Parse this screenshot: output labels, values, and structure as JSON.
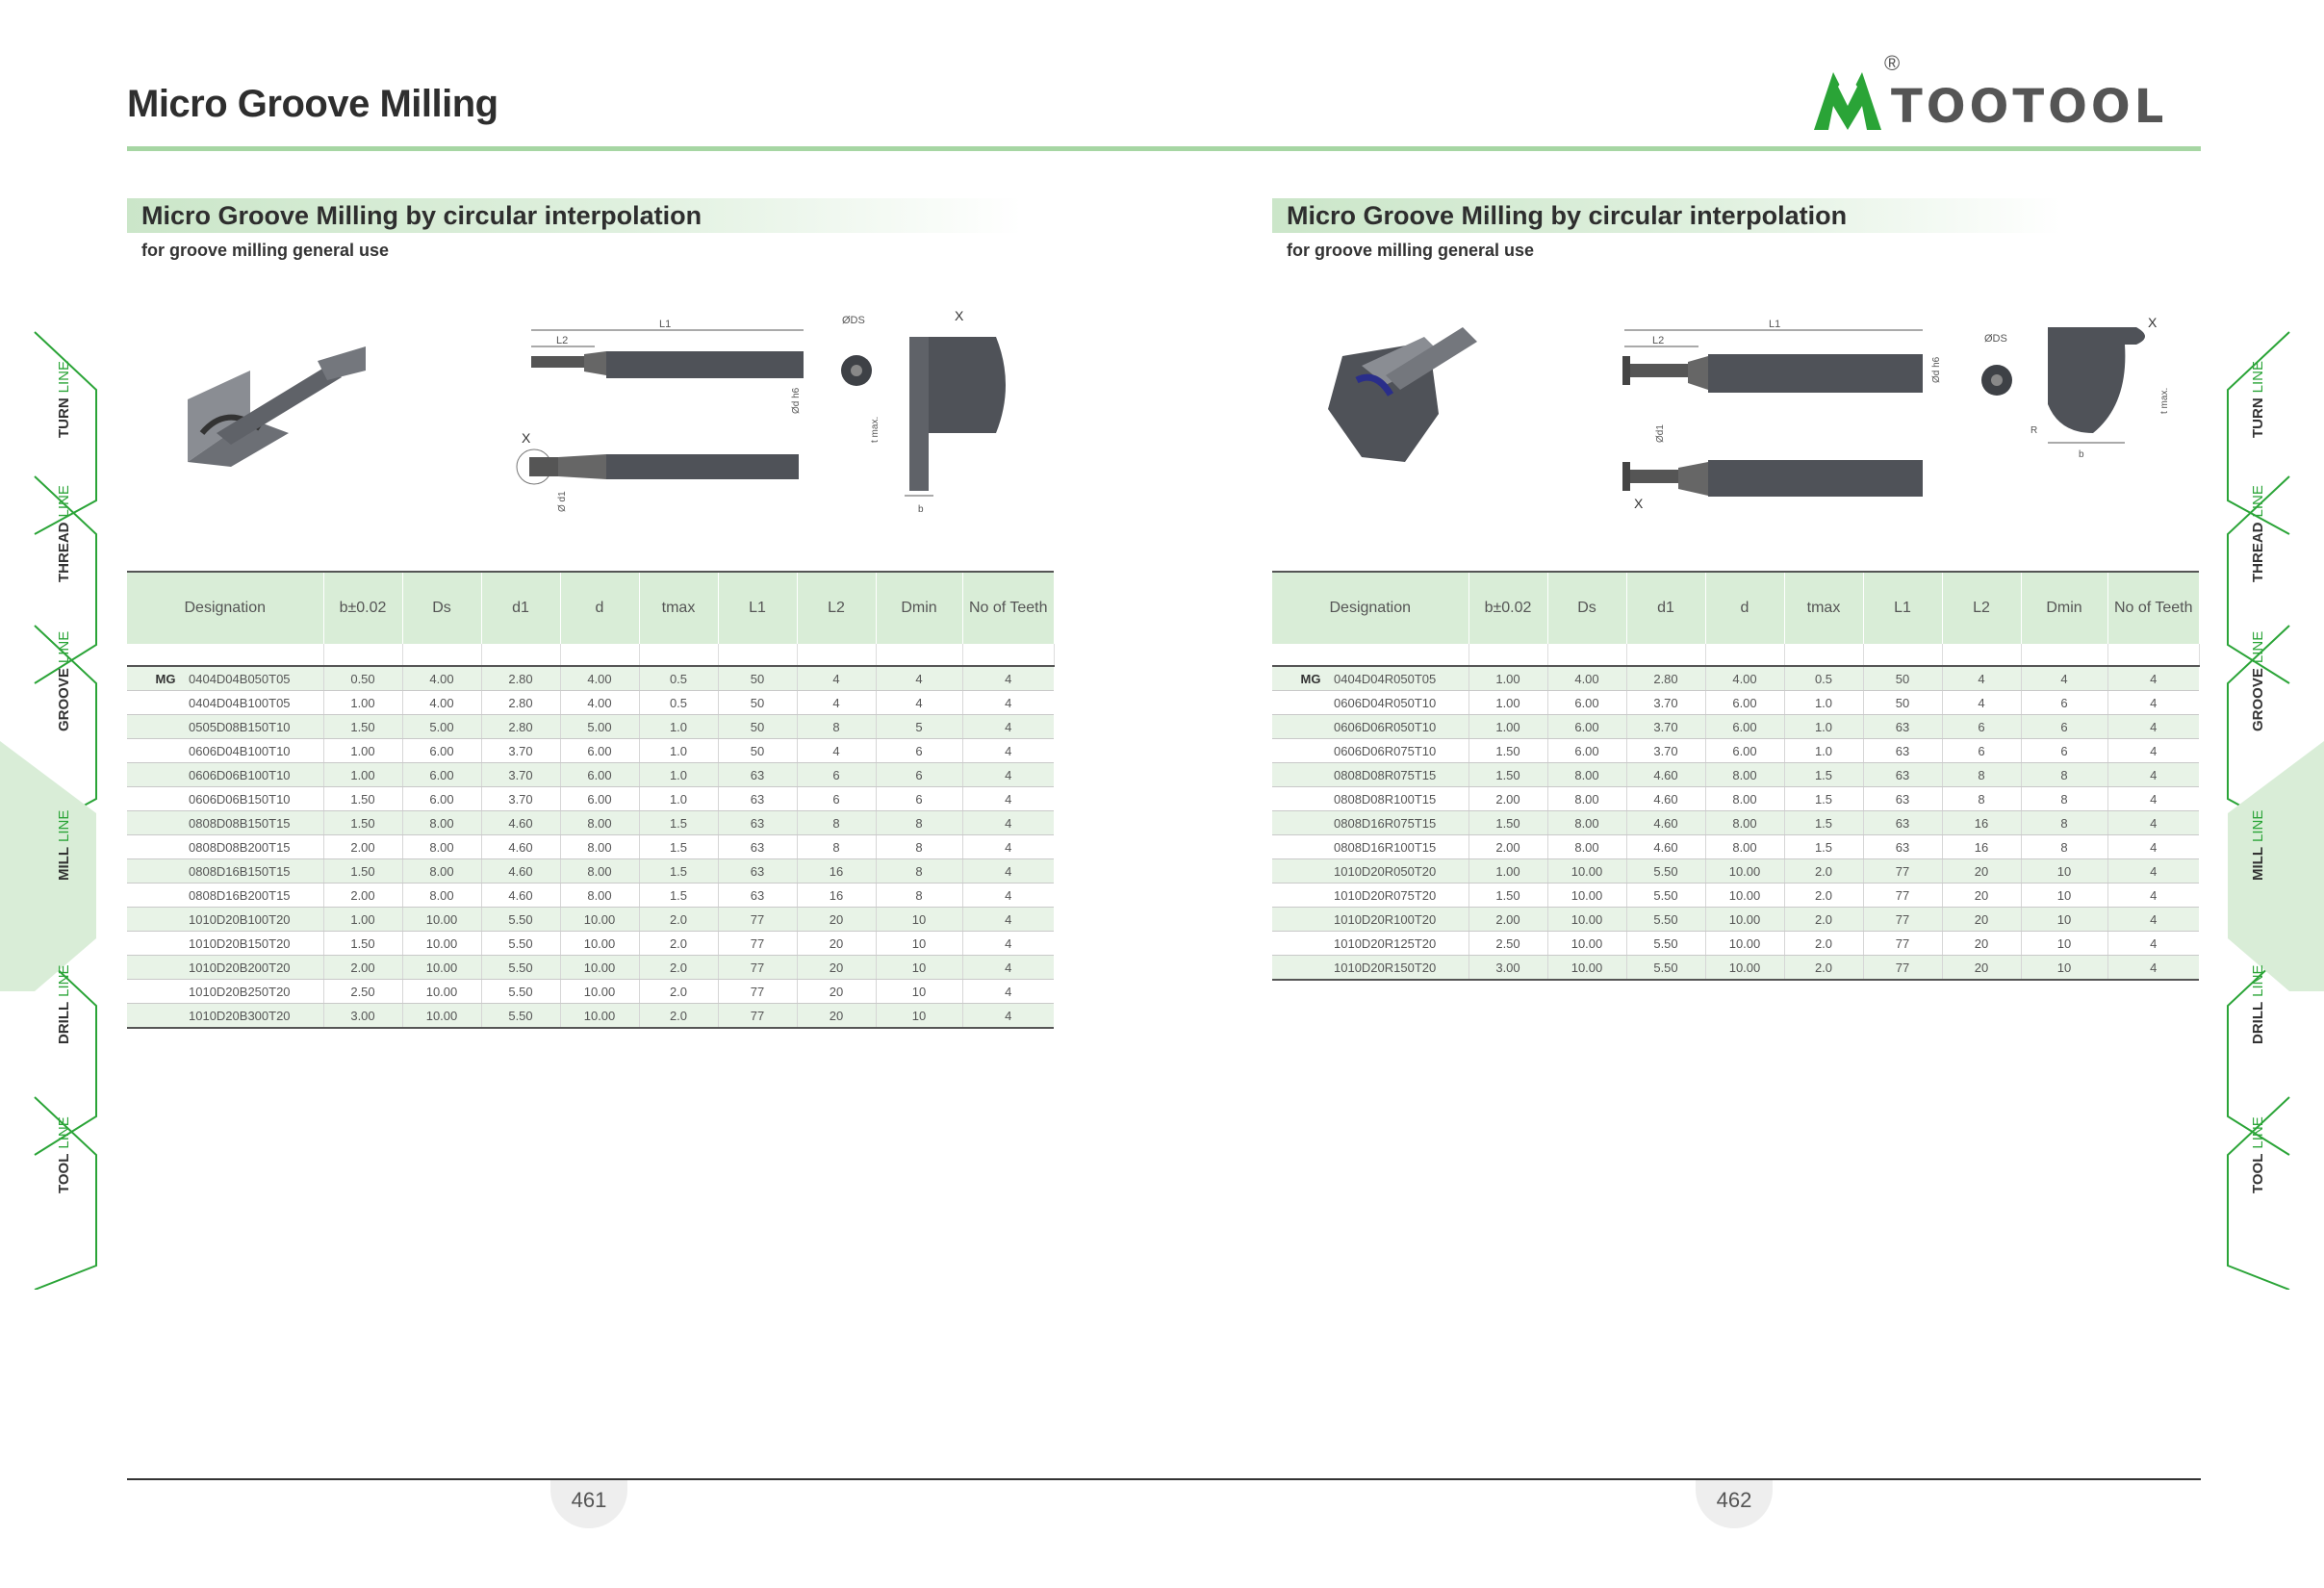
{
  "header": {
    "title": "Micro Groove Milling",
    "brand": "TOOTOOL",
    "registered_mark": "®",
    "brand_color": "#2aa437"
  },
  "side_tabs": [
    {
      "bold": "TURN",
      "light": "LINE",
      "active": false
    },
    {
      "bold": "THREAD",
      "light": "LINE",
      "active": false
    },
    {
      "bold": "GROOVE",
      "light": "LINE",
      "active": false
    },
    {
      "bold": "MILL",
      "light": "LINE",
      "active": true
    },
    {
      "bold": "DRILL",
      "light": "LINE",
      "active": false
    },
    {
      "bold": "TOOL",
      "light": "LINE",
      "active": false
    }
  ],
  "pages": [
    {
      "section_title": "Micro Groove Milling by circular interpolation",
      "section_sub": "for groove milling general use",
      "drawing": {
        "labels": {
          "l1": "L1",
          "l2": "L2",
          "ds": "ØDS",
          "x_top": "X",
          "x_bottom": "X",
          "dh6": "Ød h6",
          "d1": "Ø d1",
          "tmax": "t max.",
          "b": "b"
        }
      },
      "table": {
        "headers": [
          "Designation",
          "b±0.02",
          "Ds",
          "d1",
          "d",
          "tmax",
          "L1",
          "L2",
          "Dmin",
          "No of Teeth"
        ],
        "series": "MG",
        "rows": [
          [
            "0404D04B050T05",
            "0.50",
            "4.00",
            "2.80",
            "4.00",
            "0.5",
            "50",
            "4",
            "4",
            "4"
          ],
          [
            "0404D04B100T05",
            "1.00",
            "4.00",
            "2.80",
            "4.00",
            "0.5",
            "50",
            "4",
            "4",
            "4"
          ],
          [
            "0505D08B150T10",
            "1.50",
            "5.00",
            "2.80",
            "5.00",
            "1.0",
            "50",
            "8",
            "5",
            "4"
          ],
          [
            "0606D04B100T10",
            "1.00",
            "6.00",
            "3.70",
            "6.00",
            "1.0",
            "50",
            "4",
            "6",
            "4"
          ],
          [
            "0606D06B100T10",
            "1.00",
            "6.00",
            "3.70",
            "6.00",
            "1.0",
            "63",
            "6",
            "6",
            "4"
          ],
          [
            "0606D06B150T10",
            "1.50",
            "6.00",
            "3.70",
            "6.00",
            "1.0",
            "63",
            "6",
            "6",
            "4"
          ],
          [
            "0808D08B150T15",
            "1.50",
            "8.00",
            "4.60",
            "8.00",
            "1.5",
            "63",
            "8",
            "8",
            "4"
          ],
          [
            "0808D08B200T15",
            "2.00",
            "8.00",
            "4.60",
            "8.00",
            "1.5",
            "63",
            "8",
            "8",
            "4"
          ],
          [
            "0808D16B150T15",
            "1.50",
            "8.00",
            "4.60",
            "8.00",
            "1.5",
            "63",
            "16",
            "8",
            "4"
          ],
          [
            "0808D16B200T15",
            "2.00",
            "8.00",
            "4.60",
            "8.00",
            "1.5",
            "63",
            "16",
            "8",
            "4"
          ],
          [
            "1010D20B100T20",
            "1.00",
            "10.00",
            "5.50",
            "10.00",
            "2.0",
            "77",
            "20",
            "10",
            "4"
          ],
          [
            "1010D20B150T20",
            "1.50",
            "10.00",
            "5.50",
            "10.00",
            "2.0",
            "77",
            "20",
            "10",
            "4"
          ],
          [
            "1010D20B200T20",
            "2.00",
            "10.00",
            "5.50",
            "10.00",
            "2.0",
            "77",
            "20",
            "10",
            "4"
          ],
          [
            "1010D20B250T20",
            "2.50",
            "10.00",
            "5.50",
            "10.00",
            "2.0",
            "77",
            "20",
            "10",
            "4"
          ],
          [
            "1010D20B300T20",
            "3.00",
            "10.00",
            "5.50",
            "10.00",
            "2.0",
            "77",
            "20",
            "10",
            "4"
          ]
        ]
      },
      "page_number": "461"
    },
    {
      "section_title": "Micro Groove Milling by circular interpolation",
      "section_sub": "for groove milling general use",
      "drawing": {
        "labels": {
          "l1": "L1",
          "l2": "L2",
          "ds": "ØDS",
          "x_top": "X",
          "x_bottom": "X",
          "dh6": "Ød h6",
          "d1": "Ød1",
          "tmax": "t max.",
          "b": "b",
          "r": "R"
        }
      },
      "table": {
        "headers": [
          "Designation",
          "b±0.02",
          "Ds",
          "d1",
          "d",
          "tmax",
          "L1",
          "L2",
          "Dmin",
          "No of Teeth"
        ],
        "series": "MG",
        "rows": [
          [
            "0404D04R050T05",
            "1.00",
            "4.00",
            "2.80",
            "4.00",
            "0.5",
            "50",
            "4",
            "4",
            "4"
          ],
          [
            "0606D04R050T10",
            "1.00",
            "6.00",
            "3.70",
            "6.00",
            "1.0",
            "50",
            "4",
            "6",
            "4"
          ],
          [
            "0606D06R050T10",
            "1.00",
            "6.00",
            "3.70",
            "6.00",
            "1.0",
            "63",
            "6",
            "6",
            "4"
          ],
          [
            "0606D06R075T10",
            "1.50",
            "6.00",
            "3.70",
            "6.00",
            "1.0",
            "63",
            "6",
            "6",
            "4"
          ],
          [
            "0808D08R075T15",
            "1.50",
            "8.00",
            "4.60",
            "8.00",
            "1.5",
            "63",
            "8",
            "8",
            "4"
          ],
          [
            "0808D08R100T15",
            "2.00",
            "8.00",
            "4.60",
            "8.00",
            "1.5",
            "63",
            "8",
            "8",
            "4"
          ],
          [
            "0808D16R075T15",
            "1.50",
            "8.00",
            "4.60",
            "8.00",
            "1.5",
            "63",
            "16",
            "8",
            "4"
          ],
          [
            "0808D16R100T15",
            "2.00",
            "8.00",
            "4.60",
            "8.00",
            "1.5",
            "63",
            "16",
            "8",
            "4"
          ],
          [
            "1010D20R050T20",
            "1.00",
            "10.00",
            "5.50",
            "10.00",
            "2.0",
            "77",
            "20",
            "10",
            "4"
          ],
          [
            "1010D20R075T20",
            "1.50",
            "10.00",
            "5.50",
            "10.00",
            "2.0",
            "77",
            "20",
            "10",
            "4"
          ],
          [
            "1010D20R100T20",
            "2.00",
            "10.00",
            "5.50",
            "10.00",
            "2.0",
            "77",
            "20",
            "10",
            "4"
          ],
          [
            "1010D20R125T20",
            "2.50",
            "10.00",
            "5.50",
            "10.00",
            "2.0",
            "77",
            "20",
            "10",
            "4"
          ],
          [
            "1010D20R150T20",
            "3.00",
            "10.00",
            "5.50",
            "10.00",
            "2.0",
            "77",
            "20",
            "10",
            "4"
          ]
        ]
      },
      "page_number": "462"
    }
  ]
}
